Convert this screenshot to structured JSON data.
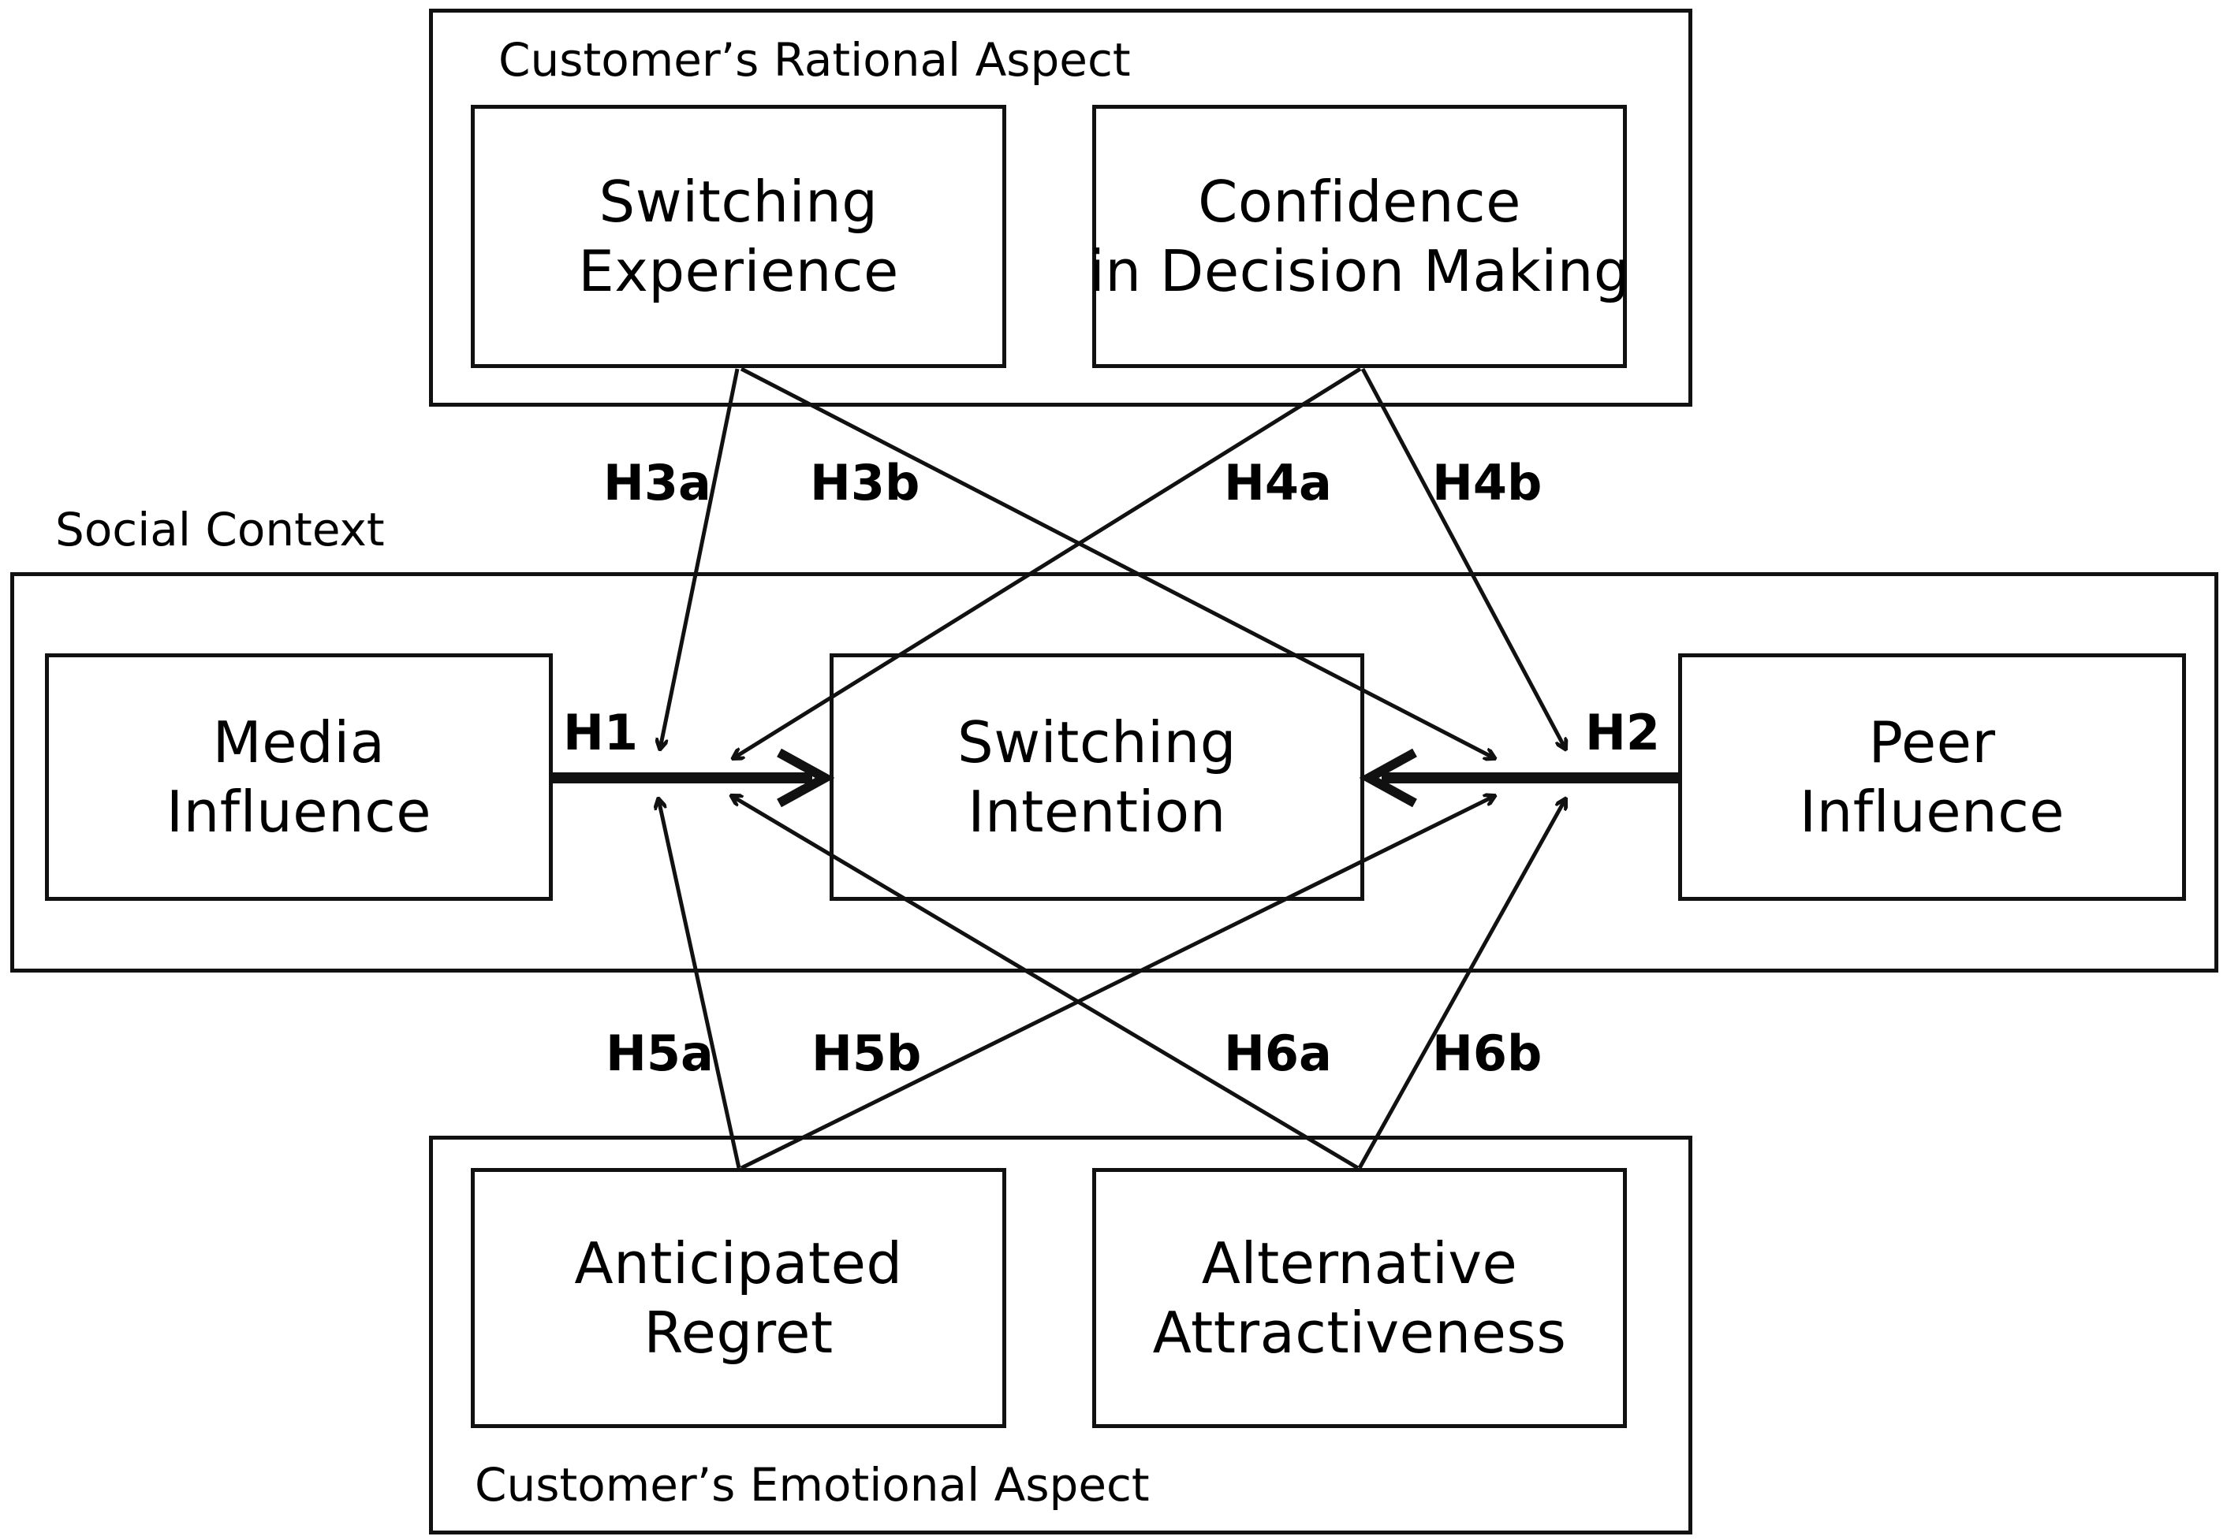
{
  "groups": {
    "rational": "Customer’s Rational Aspect",
    "social": "Social Context",
    "emotional": "Customer’s Emotional Aspect"
  },
  "boxes": {
    "switching_experience": [
      "Switching",
      "Experience"
    ],
    "confidence": [
      "Confidence",
      "in Decision Making"
    ],
    "media_influence": [
      "Media",
      "Influence"
    ],
    "switching_intention": [
      "Switching",
      "Intention"
    ],
    "peer_influence": [
      "Peer",
      "Influence"
    ],
    "anticipated_regret": [
      "Anticipated",
      "Regret"
    ],
    "alternative_attractiveness": [
      "Alternative",
      "Attractiveness"
    ]
  },
  "hypotheses": {
    "h1": "H1",
    "h2": "H2",
    "h3a": "H3a",
    "h3b": "H3b",
    "h4a": "H4a",
    "h4b": "H4b",
    "h5a": "H5a",
    "h5b": "H5b",
    "h6a": "H6a",
    "h6b": "H6b"
  }
}
